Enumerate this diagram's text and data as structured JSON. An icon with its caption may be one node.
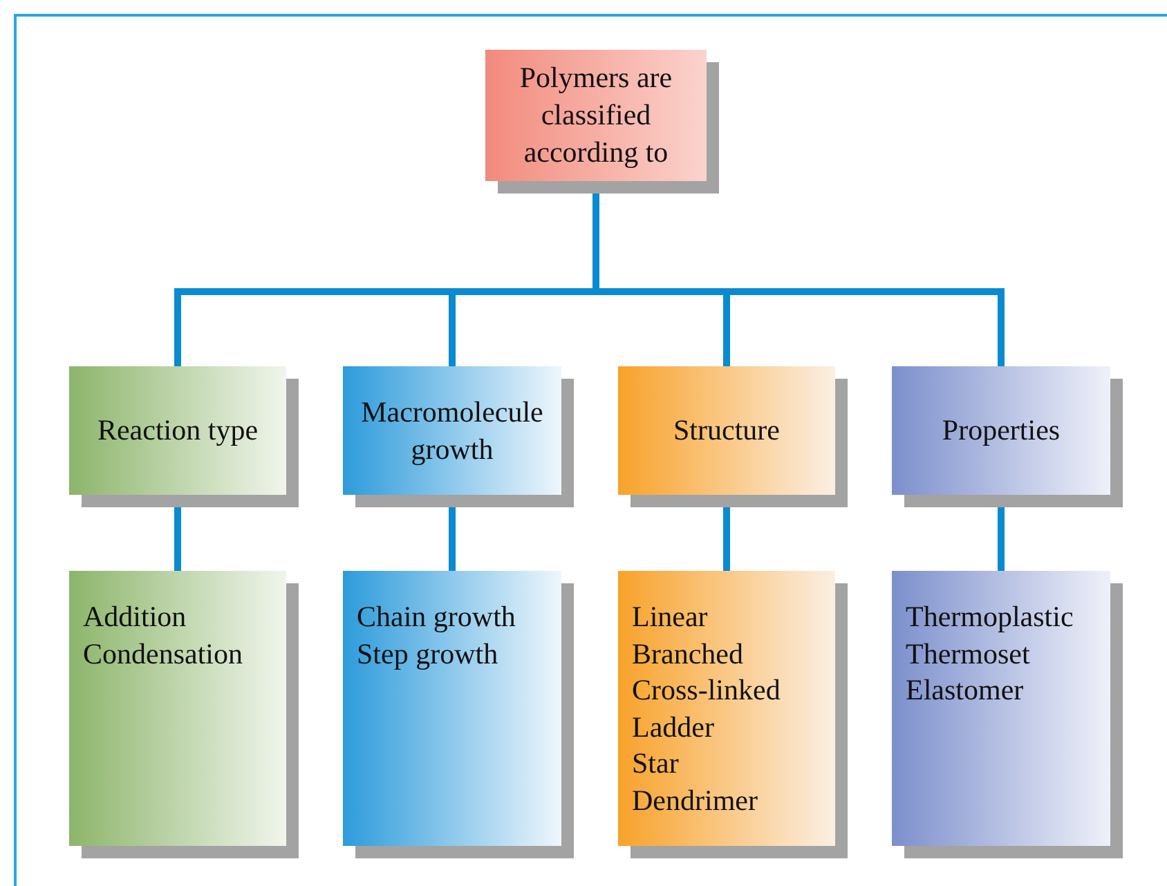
{
  "diagram": {
    "nodes": [
      {
        "text": [
          "Polymers are classified according to"
        ]
      },
      {
        "text": [
          "Reaction type"
        ]
      },
      {
        "text": [
          "Macromolecule growth"
        ]
      },
      {
        "text": [
          "Structure"
        ]
      },
      {
        "text": [
          "Properties"
        ]
      },
      {
        "text": [
          "Addition",
          "Condensation"
        ]
      },
      {
        "text": [
          "Chain growth",
          "Step growth"
        ]
      },
      {
        "text": [
          "Linear",
          "Branched",
          "Cross-linked",
          "Ladder",
          "Star",
          "Dendrimer"
        ]
      },
      {
        "text": [
          "Thermoplastic",
          "Thermoset",
          "Elastomer"
        ]
      }
    ],
    "edges": [
      {
        "from": 0,
        "to": 1,
        "arrow": "none"
      },
      {
        "from": 0,
        "to": 2,
        "arrow": "none"
      },
      {
        "from": 0,
        "to": 3,
        "arrow": "none"
      },
      {
        "from": 0,
        "to": 4,
        "arrow": "none"
      },
      {
        "from": 1,
        "to": 5,
        "arrow": "none"
      },
      {
        "from": 2,
        "to": 6,
        "arrow": "none"
      },
      {
        "from": 3,
        "to": 7,
        "arrow": "none"
      },
      {
        "from": 4,
        "to": 8,
        "arrow": "none"
      }
    ]
  }
}
